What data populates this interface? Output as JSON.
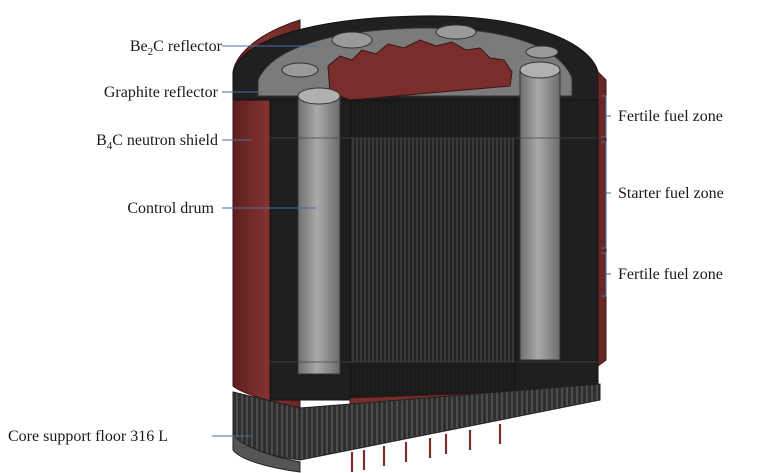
{
  "labels": {
    "be2c": {
      "prefix": "Be",
      "sub": "2",
      "suffix": "C reflector"
    },
    "graphite": "Graphite reflector",
    "b4c": {
      "prefix": "B",
      "sub": "4",
      "suffix": "C neutron shield"
    },
    "control_drum": "Control drum",
    "core_support": "Core support floor 316 L"
  },
  "zones": [
    {
      "label": "Fertile fuel zone"
    },
    {
      "label": "Starter fuel zone"
    },
    {
      "label": "Fertile fuel zone"
    }
  ],
  "colors": {
    "shield": "#7a2e2c",
    "shield_dark": "#5a1e1d",
    "graphite": "#1c1c1c",
    "be2c": "#6e6e6e",
    "drum": "#8a8a8a",
    "core": "#2a2a2a",
    "floor": "#3a3a3a",
    "leader": "#4a6fa5"
  }
}
